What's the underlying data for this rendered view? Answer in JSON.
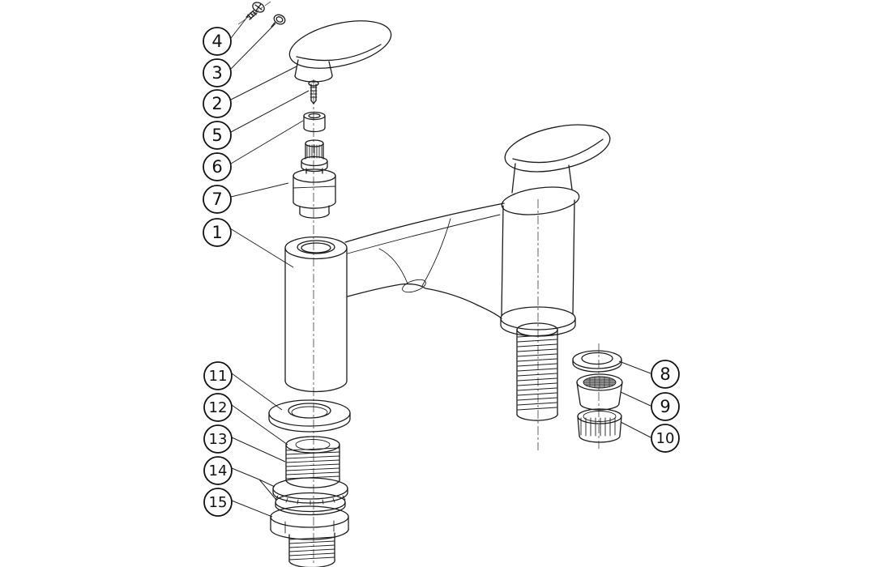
{
  "colors": {
    "line": "#1c1c1c",
    "background": "#ffffff"
  },
  "callouts": [
    {
      "label": "4"
    },
    {
      "label": "3"
    },
    {
      "label": "2"
    },
    {
      "label": "5"
    },
    {
      "label": "6"
    },
    {
      "label": "7"
    },
    {
      "label": "1"
    },
    {
      "label": "11"
    },
    {
      "label": "12"
    },
    {
      "label": "13"
    },
    {
      "label": "14"
    },
    {
      "label": "15"
    },
    {
      "label": "8"
    },
    {
      "label": "9"
    },
    {
      "label": "10"
    }
  ]
}
